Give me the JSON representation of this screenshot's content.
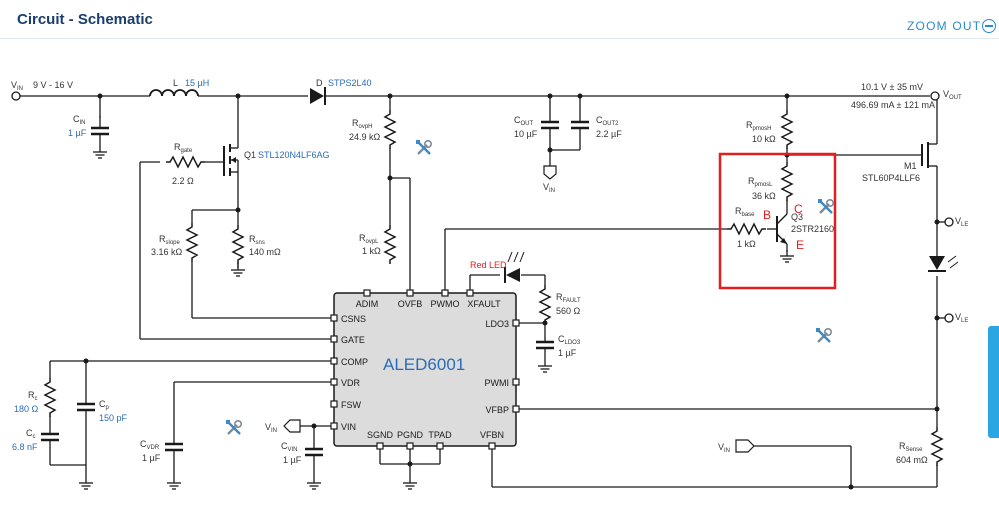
{
  "header": {
    "title": "Circuit - Schematic",
    "zoom_label": "ZOOM OUT"
  },
  "ic": {
    "name": "ALED6001",
    "top_pins": [
      "ADIM",
      "OVFB",
      "PWMO",
      "XFAULT"
    ],
    "left_pins": [
      "CSNS",
      "GATE",
      "COMP",
      "VDR",
      "FSW",
      "VIN"
    ],
    "right_pins": [
      "LDO3",
      "PWMI",
      "VFBP"
    ],
    "bottom_pins": [
      "SGND",
      "PGND",
      "TPAD",
      "VFBN"
    ]
  },
  "labels": {
    "vin_main": "V",
    "vin_sub": "IN",
    "vin_range": "9 V - 16 V",
    "l_name": "L",
    "l_val": "15 µH",
    "d_name": "D",
    "d_part": "STPS2L40",
    "vout_spec": "10.1 V ± 35 mV",
    "iout_spec": "496.69 mA ± 121 mA",
    "vout": "V",
    "vout_sub": "OUT",
    "cin": "C",
    "cin_sub": "IN",
    "cin_val": "1 µF",
    "q1": "Q1",
    "q1_part": "STL120N4LF6AG",
    "rgate": "R",
    "rgate_sub": "gate",
    "rgate_val": "2.2 Ω",
    "rovph": "R",
    "rovph_sub": "ovpH",
    "rovph_val": "24.9 kΩ",
    "rovpl": "R",
    "rovpl_sub": "ovpL",
    "rovpl_val": "1 kΩ",
    "cout": "C",
    "cout_sub": "OUT",
    "cout_val": "10 µF",
    "cout2": "C",
    "cout2_sub": "OUT2",
    "cout2_val": "2.2 µF",
    "vin2": "V",
    "vin2_sub": "IN",
    "rpmosh": "R",
    "rpmosh_sub": "pmosH",
    "rpmosh_val": "10 kΩ",
    "rpmosl": "R",
    "rpmosl_sub": "pmosL",
    "rpmosl_val": "36 kΩ",
    "rbase": "R",
    "rbase_sub": "base",
    "rbase_val": "1 kΩ",
    "q3": "Q3",
    "q3_part": "2STR2160",
    "ann_b": "B",
    "ann_c": "C",
    "ann_e": "E",
    "m1": "M1",
    "m1_part": "STL60P4LLF6",
    "vled_p": "V",
    "vled_p_sub": "LE",
    "vled_n": "V",
    "vled_n_sub": "LE",
    "rslope": "R",
    "rslope_sub": "slope",
    "rslope_val": "3.16 kΩ",
    "rsns": "R",
    "rsns_sub": "sns",
    "rsns_val": "140 mΩ",
    "red_led": "Red LED",
    "rfault": "R",
    "rfault_sub": "FAULT",
    "rfault_val": "560 Ω",
    "cldo3": "C",
    "cldo3_sub": "LDO3",
    "cldo3_val": "1 µF",
    "rc": "R",
    "rc_sub": "c",
    "rc_val": "180 Ω",
    "cc": "C",
    "cc_sub": "c",
    "cc_val": "6.8 nF",
    "cp": "C",
    "cp_sub": "p",
    "cp_val": "150 pF",
    "cvdr": "C",
    "cvdr_sub": "VDR",
    "cvdr_val": "1 µF",
    "vin3": "V",
    "vin3_sub": "IN",
    "cvin": "C",
    "cvin_sub": "VIN",
    "cvin_val": "1 µF",
    "vin4": "V",
    "vin4_sub": "IN",
    "rsense": "R",
    "rsense_sub": "Sense",
    "rsense_val": "604 mΩ"
  },
  "colors": {
    "wire": "#1a1a1a",
    "value": "#2b6cb8",
    "annotation": "#e02020",
    "ic_fill": "#dcdcdc",
    "title": "#1b3d6e",
    "link": "#2b8bc9"
  }
}
